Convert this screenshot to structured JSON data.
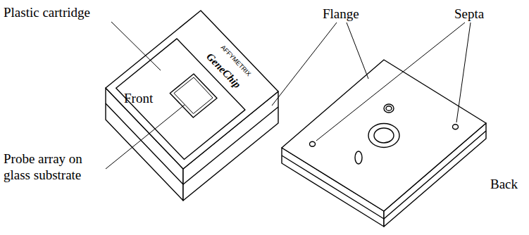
{
  "diagram": {
    "labels": [
      "Plastic cartridge",
      "Front",
      "Probe array on glass substrate",
      "Flange",
      "Septa",
      "Back",
      "AFFYMETRIX",
      "GeneChip"
    ]
  }
}
